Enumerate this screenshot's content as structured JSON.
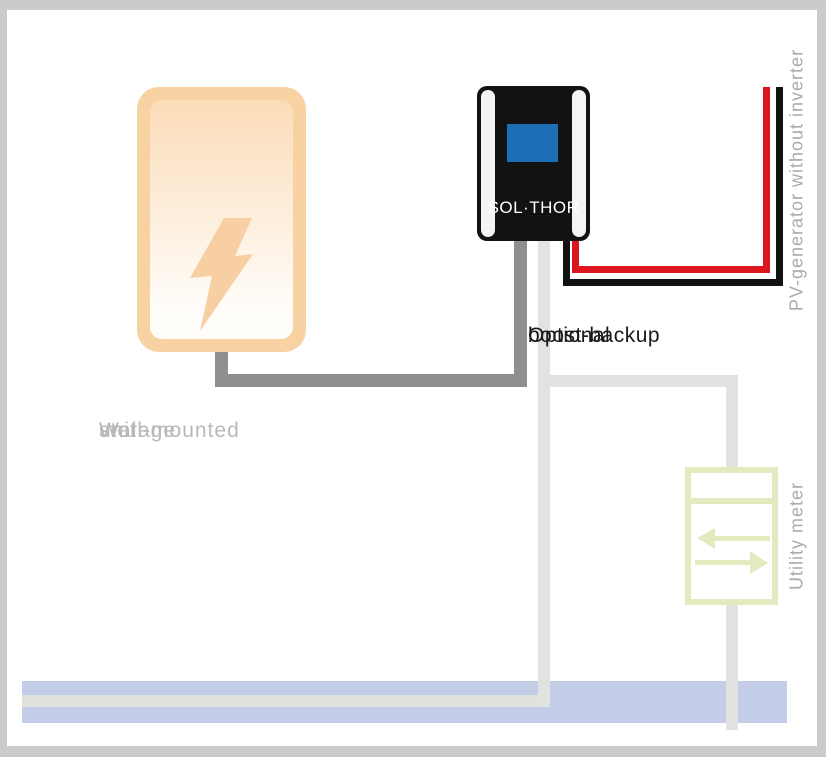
{
  "colors": {
    "frame": "#cbcbcb",
    "canvas": "#ffffff",
    "storage_border": "#f9d2a4",
    "storage_fill_top": "#fbdcb8",
    "storage_fill_bottom": "#fffdfa",
    "bolt": "#f8cfa2",
    "device_body": "#121212",
    "device_strip": "#f4f4f4",
    "screen": "#1c6fb4",
    "battery_wire": "#8f8f8f",
    "grid_wire": "#e2e2e0",
    "pv_plus": "#dc161f",
    "pv_minus": "#121212",
    "meter_green": "#e2ebc0",
    "ground_bar": "#c4cde7",
    "ground_stripe": "#dfe1dd",
    "label_gray": "#b9b9b9",
    "label_dark": "#1a1a1a",
    "vertical_label_gray": "#ababab"
  },
  "storage_unit": {
    "label_lines": [
      "Wall-mounted",
      "storage",
      "unit"
    ]
  },
  "device": {
    "label": "SOL·THOR"
  },
  "boost_label": {
    "lines": [
      "Optional",
      "boost-backup"
    ]
  },
  "pv_label": "PV-generator without inverter",
  "meter_label": "Utility meter"
}
